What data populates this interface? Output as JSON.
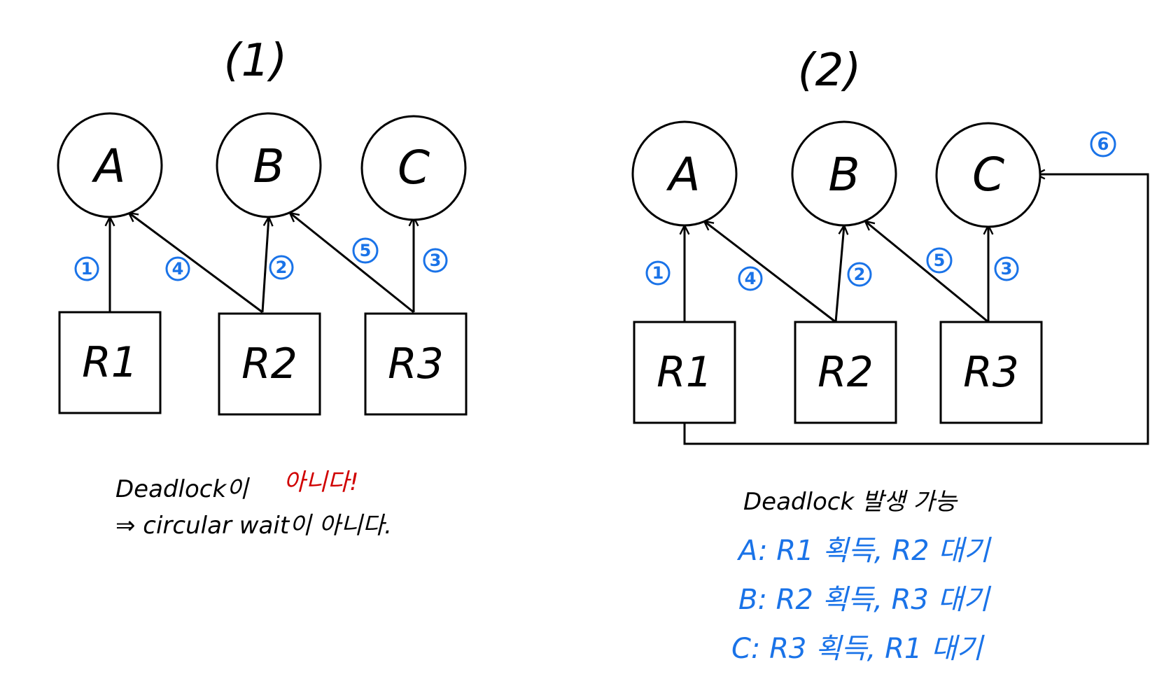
{
  "diagrams": [
    {
      "title": "(1)",
      "processes": [
        "A",
        "B",
        "C"
      ],
      "resources": [
        "R1",
        "R2",
        "R3"
      ],
      "edges": [
        {
          "from": "R1",
          "to": "A",
          "step": "1"
        },
        {
          "from": "R2",
          "to": "A",
          "step": "4"
        },
        {
          "from": "R2",
          "to": "B",
          "step": "2"
        },
        {
          "from": "R3",
          "to": "B",
          "step": "5"
        },
        {
          "from": "R3",
          "to": "C",
          "step": "3"
        }
      ],
      "note": {
        "line1_black": "Deadlock이",
        "line1_red": "아니다!",
        "line2": "⇒ circular wait이 아니다."
      }
    },
    {
      "title": "(2)",
      "processes": [
        "A",
        "B",
        "C"
      ],
      "resources": [
        "R1",
        "R2",
        "R3"
      ],
      "edges": [
        {
          "from": "R1",
          "to": "A",
          "step": "1"
        },
        {
          "from": "R2",
          "to": "A",
          "step": "4"
        },
        {
          "from": "R2",
          "to": "B",
          "step": "2"
        },
        {
          "from": "R3",
          "to": "B",
          "step": "5"
        },
        {
          "from": "R3",
          "to": "C",
          "step": "3"
        },
        {
          "from": "R1",
          "to": "C",
          "step": "6"
        }
      ],
      "note": {
        "heading": "Deadlock 발생 가능",
        "lines": [
          "A: R1 획득, R2 대기",
          "B: R2 획득, R3 대기",
          "C: R3 획득, R1 대기"
        ]
      }
    }
  ],
  "colors": {
    "step": "#1a73e8",
    "warning": "#d00000",
    "ink": "#000000"
  }
}
